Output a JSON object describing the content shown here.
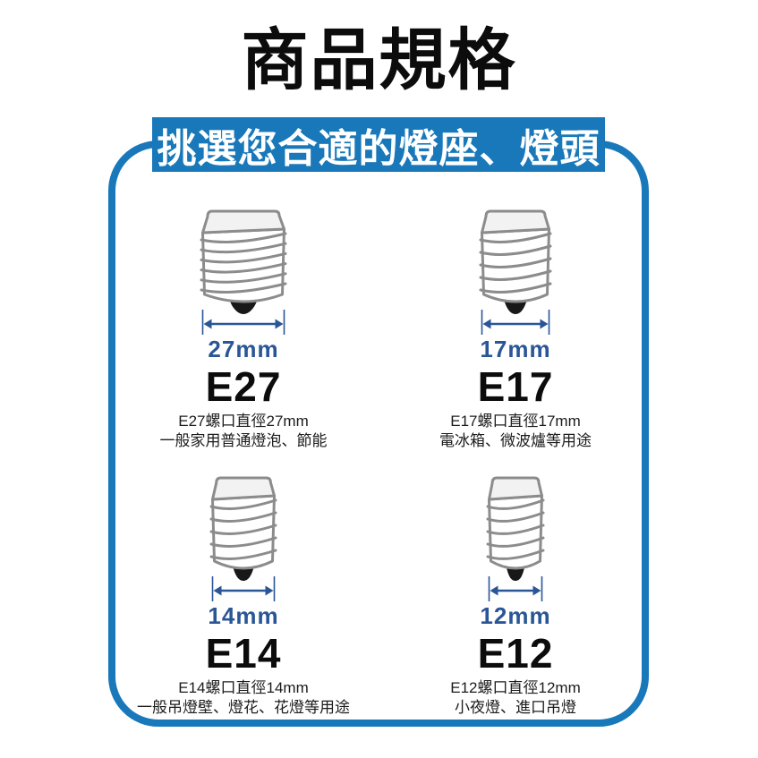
{
  "title": "商品規格",
  "banner": {
    "label": "挑選您合適的燈座、燈頭"
  },
  "colors": {
    "accent_blue": "#1878ba",
    "measure_navy": "#2a5697",
    "heading_black": "#0c0c0c",
    "desc_gray": "#1c1c1c",
    "bulb_outline": "#8c8c8c",
    "bulb_cap_fill": "#f2f2f2",
    "bulb_body_fill": "#ffffff",
    "bulb_tip_black": "#181818"
  },
  "sockets": [
    {
      "name": "E27",
      "diameter_label": "27mm",
      "desc_line1": "E27螺口直徑27mm",
      "desc_line2": "一般家用普通燈泡、節能"
    },
    {
      "name": "E17",
      "diameter_label": "17mm",
      "desc_line1": "E17螺口直徑17mm",
      "desc_line2": "電冰箱、微波爐等用途"
    },
    {
      "name": "E14",
      "diameter_label": "14mm",
      "desc_line1": "E14螺口直徑14mm",
      "desc_line2": "一般吊燈壁、燈花、花燈等用途"
    },
    {
      "name": "E12",
      "diameter_label": "12mm",
      "desc_line1": "E12螺口直徑12mm",
      "desc_line2": "小夜燈、進口吊燈"
    }
  ]
}
